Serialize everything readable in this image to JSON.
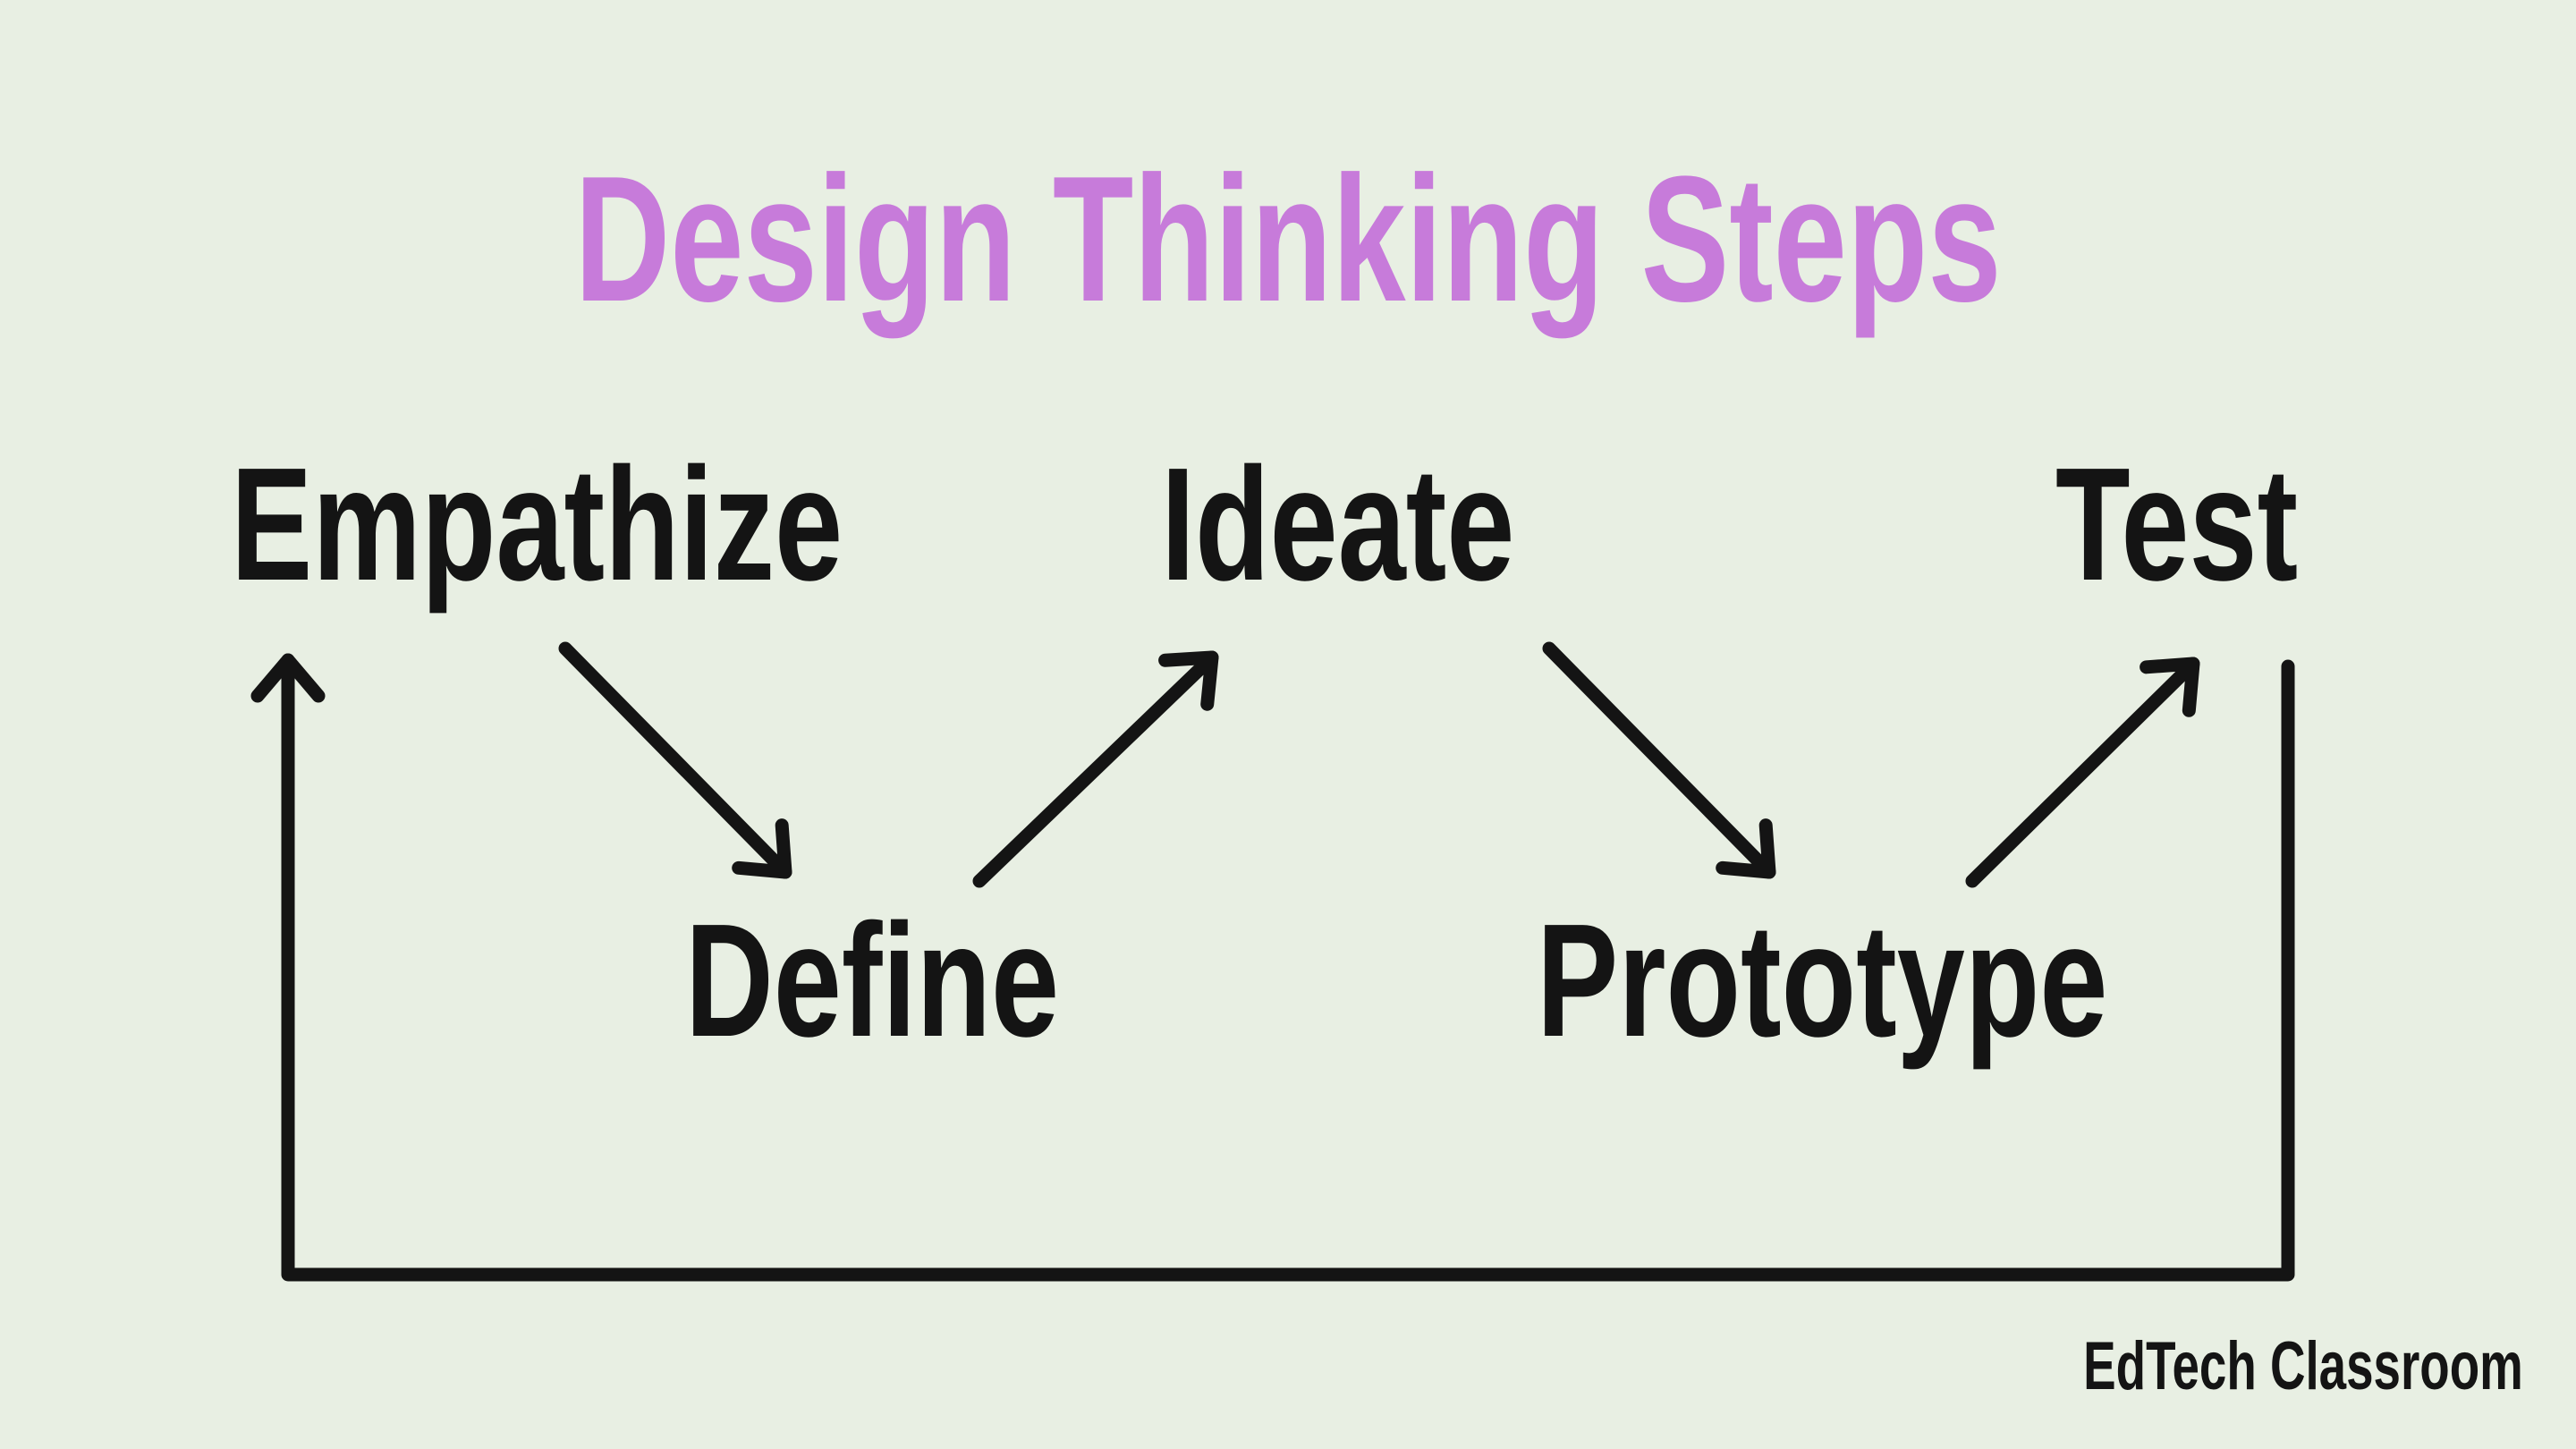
{
  "title": "Design Thinking Steps",
  "steps": {
    "empathize": "Empathize",
    "define": "Define",
    "ideate": "Ideate",
    "prototype": "Prototype",
    "test": "Test"
  },
  "arrows": [
    {
      "from": "Empathize",
      "to": "Define",
      "type": "step"
    },
    {
      "from": "Define",
      "to": "Ideate",
      "type": "step"
    },
    {
      "from": "Ideate",
      "to": "Prototype",
      "type": "step"
    },
    {
      "from": "Prototype",
      "to": "Test",
      "type": "step"
    },
    {
      "from": "Test",
      "to": "Empathize",
      "type": "loop-back"
    }
  ],
  "attribution": "EdTech Classroom",
  "colors": {
    "background": "#e8efe3",
    "title_text": "#c77bda",
    "ink": "#141414"
  }
}
